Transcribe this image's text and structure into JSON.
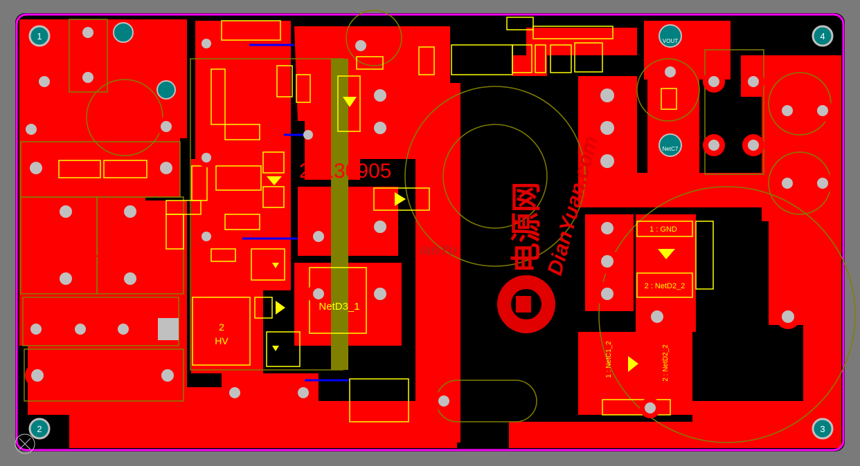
{
  "board": {
    "version_label": "V_1.0_PCB",
    "date_code": "20130905",
    "watermark_cn": "电源网",
    "watermark_en": "DianYuan.com",
    "watermark_partial": "ianYu",
    "corner_labels": [
      "1",
      "4",
      "2",
      "3"
    ],
    "labels": {
      "vout": "VOUT",
      "netc7": "NetC7",
      "hv_num": "2",
      "hv": "HV",
      "net_d3": "NetD3_1",
      "gnd": "1 : GND",
      "net_d2_2": "2 : NetD2_2",
      "net_c1_2": "1 : NetC1_2",
      "net_d2_2_v": "2 : NetD2_2"
    }
  },
  "colors": {
    "background": "#000000",
    "outline": "#ff00ff",
    "copper": "#ff0000",
    "silkscreen": "#ffff00",
    "mechanical": "#808000",
    "pad": "#c0c0c0",
    "via": "#008080",
    "trace_bottom": "#0000ff"
  }
}
